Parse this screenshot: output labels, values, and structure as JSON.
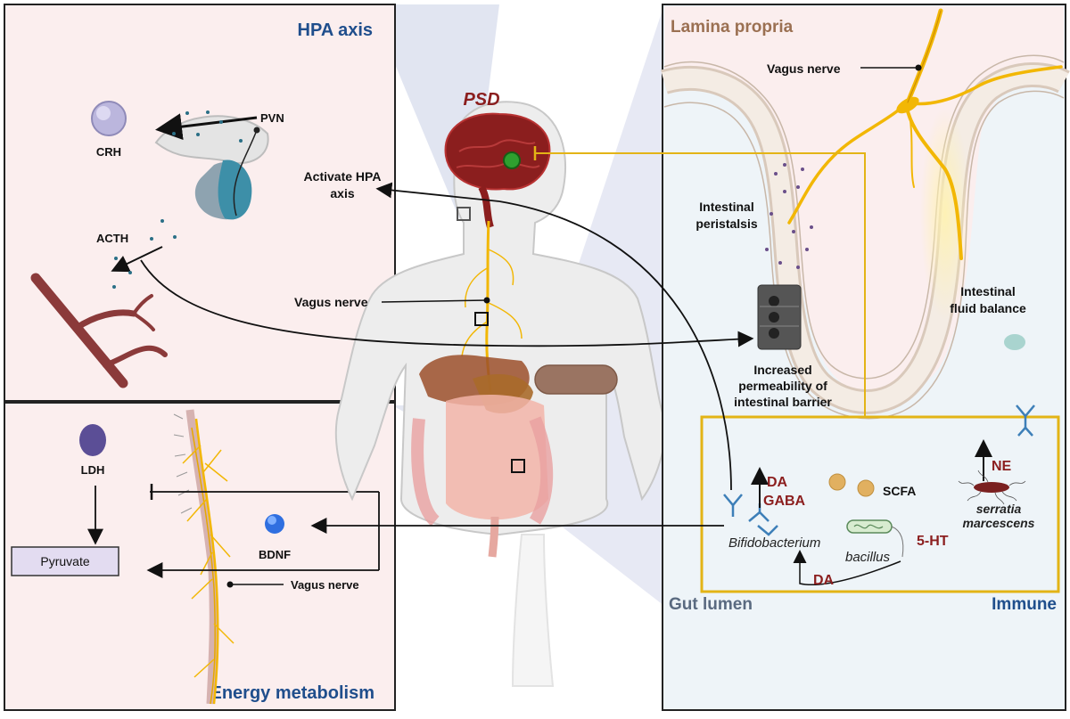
{
  "center": {
    "title": "PSD",
    "activate_line1": "Activate HPA",
    "activate_line2": "axis",
    "vagus": "Vagus nerve"
  },
  "hpa": {
    "title": "HPA axis",
    "pvn": "PVN",
    "crh": "CRH",
    "acth": "ACTH"
  },
  "energy": {
    "title": "Energy metabolism",
    "ldh": "LDH",
    "pyruvate": "Pyruvate",
    "bdnf": "BDNF",
    "vagus": "Vagus nerve"
  },
  "lamina": {
    "title": "Lamina propria",
    "vagus": "Vagus nerve",
    "peristalsis_line1": "Intestinal",
    "peristalsis_line2": "peristalsis",
    "fluid_line1": "Intestinal",
    "fluid_line2": "fluid balance",
    "perm_line1": "Increased",
    "perm_line2": "permeability of",
    "perm_line3": "intestinal barrier"
  },
  "lumen": {
    "gut_lumen": "Gut lumen",
    "immune": "Immune",
    "da1": "DA",
    "gaba": "GABA",
    "scfa": "SCFA",
    "ne": "NE",
    "serratia1": "serratia",
    "serratia2": "marcescens",
    "bifido": "Bifidobacterium",
    "bacillus": "bacillus",
    "ht": "5-HT",
    "da2": "DA"
  },
  "colors": {
    "title_blue": "#1f4e8c",
    "title_brown": "#9b7052",
    "dark_red": "#8b1e1e",
    "nerve": "#f2b705",
    "frame_yellow": "#e3b416",
    "panel_pink": "#fbeeee",
    "lumen_bg": "#eef4f8"
  }
}
